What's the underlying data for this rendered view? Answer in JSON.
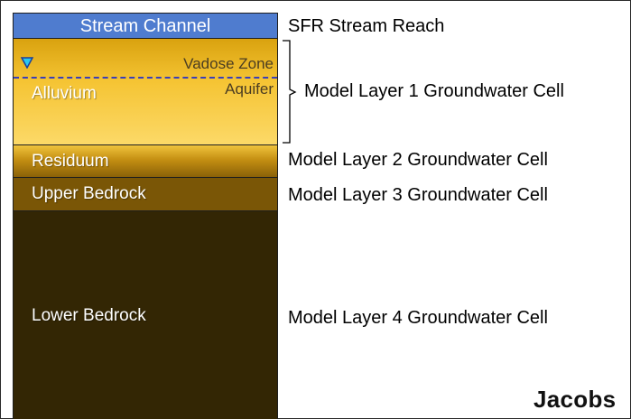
{
  "layers": {
    "stream": {
      "label": "Stream Channel",
      "color": "#4f7ccf"
    },
    "alluvium": {
      "label": "Alluvium",
      "vadose_label": "Vadose Zone",
      "aquifer_label": "Aquifer"
    },
    "residuum": {
      "label": "Residuum"
    },
    "upper_bedrock": {
      "label": "Upper Bedrock"
    },
    "lower_bedrock": {
      "label": "Lower Bedrock",
      "color": "#332604"
    }
  },
  "right_labels": {
    "sfr": "SFR Stream Reach",
    "layer1": "Model Layer 1 Groundwater Cell",
    "layer2": "Model Layer 2 Groundwater Cell",
    "layer3": "Model Layer 3 Groundwater Cell",
    "layer4": "Model Layer 4 Groundwater Cell"
  },
  "icons": {
    "water_table": "water-table-triangle-icon",
    "bracket": "curly-bracket-icon"
  },
  "logo": "Jacobs"
}
